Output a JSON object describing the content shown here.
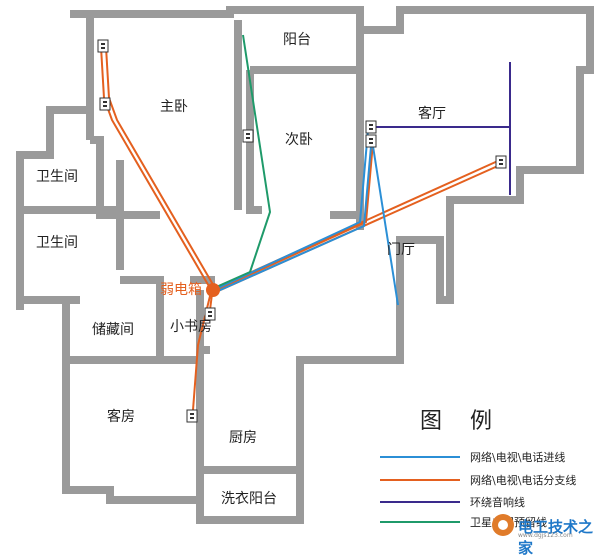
{
  "rooms": {
    "balcony": "阳台",
    "master_bedroom": "主卧",
    "second_bedroom": "次卧",
    "living_room": "客厅",
    "bathroom_1": "卫生间",
    "bathroom_2": "卫生间",
    "foyer": "门厅",
    "storage": "储藏间",
    "study": "小书房",
    "guest_room": "客房",
    "kitchen": "厨房",
    "laundry_balcony": "洗衣阳台"
  },
  "hub_label": "弱电箱",
  "legend": {
    "title": "图例",
    "items": [
      {
        "label": "网络\\电视\\电话进线",
        "color": "#2b8fd6"
      },
      {
        "label": "网络\\电视\\电话分支线",
        "color": "#e4601f"
      },
      {
        "label": "环绕音响线",
        "color": "#3a2a8c"
      },
      {
        "label": "卫星电视预留线",
        "color": "#1f9a6a"
      }
    ]
  },
  "watermark": {
    "text": "电工技术之家",
    "url": "www.dgjs123.com"
  },
  "colors": {
    "wall": "#9a9a9a",
    "incoming": "#2b8fd6",
    "branch": "#e4601f",
    "surround": "#3a2a8c",
    "satellite": "#1f9a6a",
    "hub": "#e4601f"
  }
}
